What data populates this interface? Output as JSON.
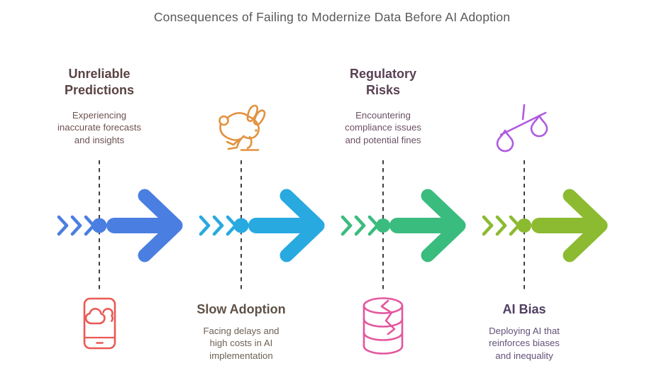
{
  "title": "Consequences of Failing to Modernize Data Before AI Adoption",
  "title_color": "#58595b",
  "dashed_line_color": "#3f3f3f",
  "steps": [
    {
      "title_lines": [
        "Unreliable",
        "Predictions"
      ],
      "desc_lines": [
        "Experiencing",
        "inaccurate forecasts",
        "and insights"
      ],
      "icon": "smartphone-cloud-icon",
      "icon_color": "#ea5955",
      "arrow_color": "#4a7fe1",
      "title_color": "#5a4243",
      "desc_color": "#6d5251"
    },
    {
      "title_lines": [
        "Slow Adoption"
      ],
      "desc_lines": [
        "Facing delays and",
        "high costs in AI",
        "implementation"
      ],
      "icon": "rabbit-icon",
      "icon_color": "#e2923f",
      "arrow_color": "#28a9e0",
      "title_color": "#5e5147",
      "desc_color": "#6f6154"
    },
    {
      "title_lines": [
        "Regulatory",
        "Risks"
      ],
      "desc_lines": [
        "Encountering",
        "compliance issues",
        "and potential fines"
      ],
      "icon": "cracked-database-icon",
      "icon_color": "#e4569f",
      "arrow_color": "#3abc7e",
      "title_color": "#593f53",
      "desc_color": "#6b5065"
    },
    {
      "title_lines": [
        "AI Bias"
      ],
      "desc_lines": [
        "Deploying AI that",
        "reinforces biases",
        "and inequality"
      ],
      "icon": "unbalanced-scales-icon",
      "icon_color": "#ae5be0",
      "arrow_color": "#8cba31",
      "title_color": "#503e62",
      "desc_color": "#625079"
    }
  ]
}
